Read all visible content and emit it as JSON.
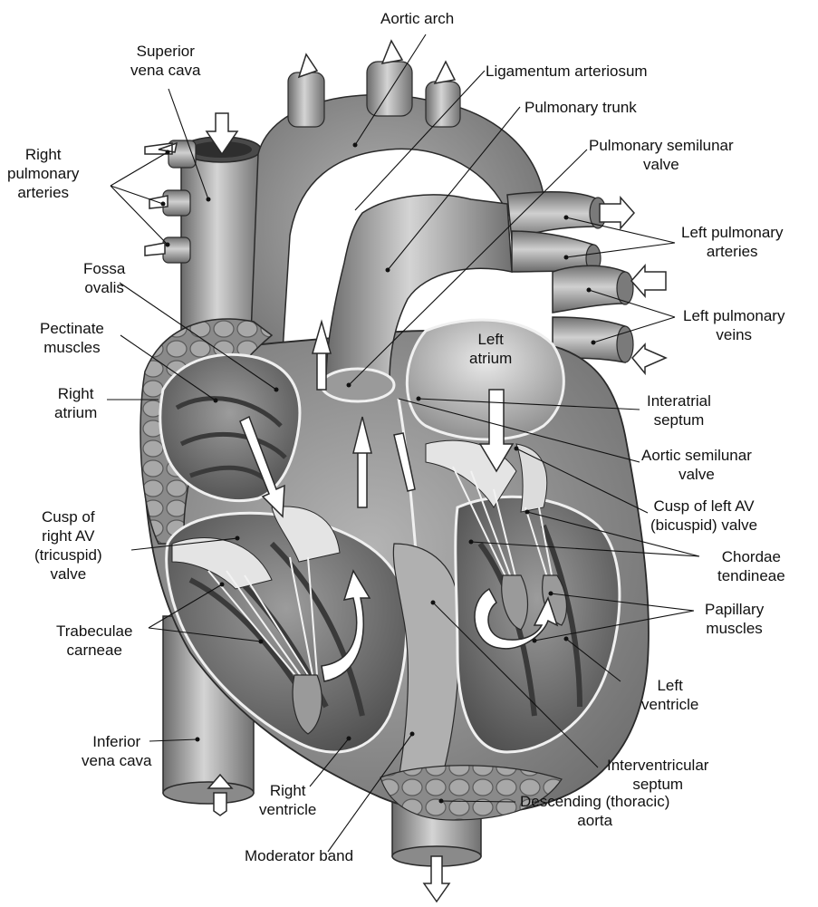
{
  "labels": {
    "aortic_arch": "Aortic arch",
    "superior_vena_cava": [
      "Superior",
      "vena cava"
    ],
    "ligamentum_arteriosum": "Ligamentum arteriosum",
    "pulmonary_trunk": "Pulmonary trunk",
    "pulmonary_semilunar_valve": [
      "Pulmonary semilunar",
      "valve"
    ],
    "right_pulmonary_arteries": [
      "Right",
      "pulmonary",
      "arteries"
    ],
    "left_pulmonary_arteries": [
      "Left pulmonary",
      "arteries"
    ],
    "fossa_ovalis": [
      "Fossa",
      "ovalis"
    ],
    "left_pulmonary_veins": [
      "Left pulmonary",
      "veins"
    ],
    "pectinate_muscles": [
      "Pectinate",
      "muscles"
    ],
    "left_atrium": [
      "Left",
      "atrium"
    ],
    "right_atrium": [
      "Right",
      "atrium"
    ],
    "interatrial_septum": [
      "Interatrial",
      "septum"
    ],
    "aortic_semilunar_valve": [
      "Aortic semilunar",
      "valve"
    ],
    "cusp_left_av": [
      "Cusp of left AV",
      "(bicuspid) valve"
    ],
    "cusp_right_av": [
      "Cusp of",
      "right AV",
      "(tricuspid)",
      "valve"
    ],
    "chordae_tendineae": [
      "Chordae",
      "tendineae"
    ],
    "papillary_muscles": [
      "Papillary",
      "muscles"
    ],
    "trabeculae_carneae": [
      "Trabeculae",
      "carneae"
    ],
    "left_ventricle": [
      "Left",
      "ventricle"
    ],
    "inferior_vena_cava": [
      "Inferior",
      "vena cava"
    ],
    "interventricular_septum": [
      "Interventricular",
      "septum"
    ],
    "right_ventricle": [
      "Right",
      "ventricle"
    ],
    "moderator_band": "Moderator band",
    "descending_aorta": [
      "Descending (thoracic)",
      "aorta"
    ]
  },
  "colors": {
    "tissue_dark": "#6e6e6e",
    "tissue_mid": "#9a9a9a",
    "tissue_light": "#c8c8c8",
    "highlight": "#e6e6e6",
    "outline": "#2a2a2a",
    "arrow_fill": "#ffffff"
  }
}
